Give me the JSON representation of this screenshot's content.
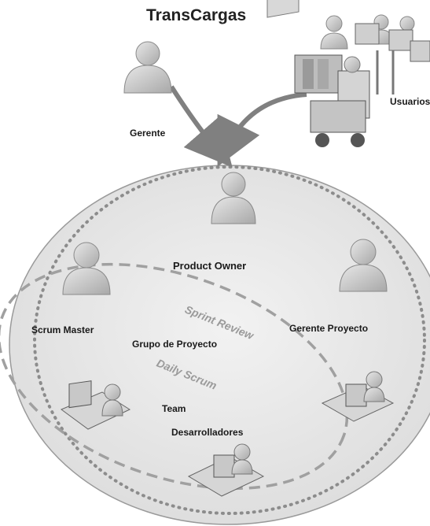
{
  "title": "TransCargas",
  "roles": {
    "gerente": "Gerente",
    "usuarios": "Usuarios",
    "product_owner": "Product Owner",
    "scrum_master": "Scrum Master",
    "gerente_proyecto": "Gerente Proyecto",
    "grupo_proyecto": "Grupo de Proyecto",
    "team": "Team",
    "desarrolladores": "Desarrolladores"
  },
  "events": {
    "sprint_review": "Sprint Review",
    "daily_scrum": "Daily Scrum"
  },
  "colors": {
    "outer_ellipse": "#e6e6e6",
    "figure_fill": "#c8c8c8",
    "figure_stroke": "#8a8a8a",
    "arrow": "#808080",
    "dotted": "#8c8c8c",
    "dashed": "#9c9c9c"
  }
}
